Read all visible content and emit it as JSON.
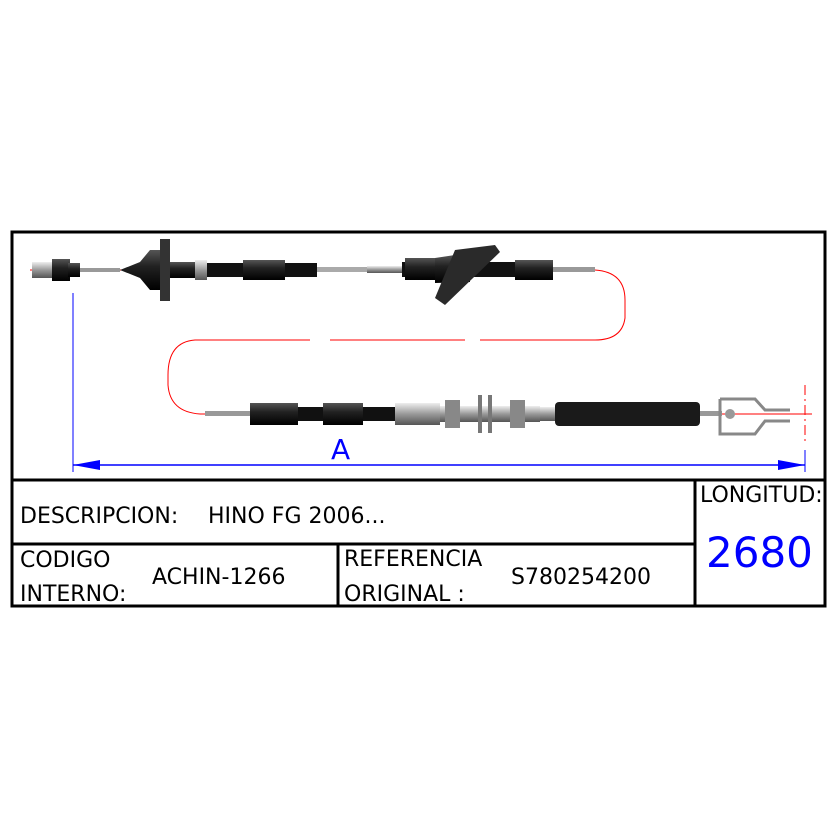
{
  "drawing": {
    "dimension_label": "A",
    "colors": {
      "dimension": "#0000ff",
      "centerline": "#ff0000",
      "frame": "#000000"
    }
  },
  "title_block": {
    "description_label": "DESCRIPCION:",
    "description_value": "HINO FG 2006...",
    "codigo_label_line1": "CODIGO",
    "codigo_label_line2": "INTERNO:",
    "codigo_value": "ACHIN-1266",
    "referencia_label_line1": "REFERENCIA",
    "referencia_label_line2": "ORIGINAL :",
    "referencia_value": "S780254200",
    "longitud_label": "LONGITUD:",
    "longitud_value": "2680"
  }
}
